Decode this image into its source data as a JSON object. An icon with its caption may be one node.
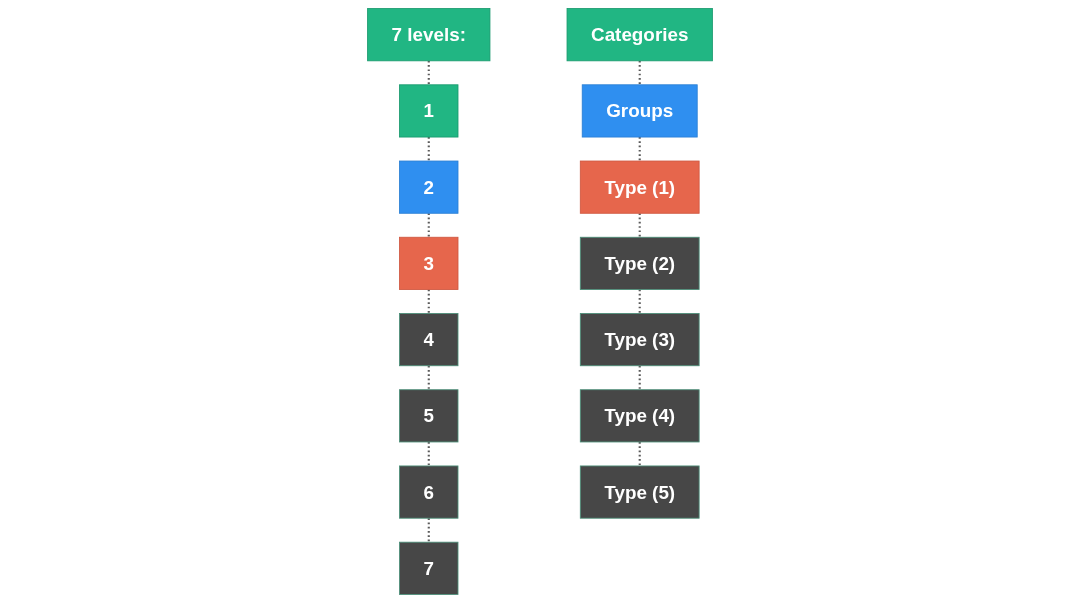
{
  "diagram": {
    "nodes": [
      {
        "text": [
          "7 levels:"
        ]
      },
      {
        "text": [
          "1"
        ]
      },
      {
        "text": [
          "2"
        ]
      },
      {
        "text": [
          "3"
        ]
      },
      {
        "text": [
          "4"
        ]
      },
      {
        "text": [
          "5"
        ]
      },
      {
        "text": [
          "6"
        ]
      },
      {
        "text": [
          "7"
        ]
      },
      {
        "text": [
          "Categories"
        ]
      },
      {
        "text": [
          "Groups"
        ]
      },
      {
        "text": [
          "Type (1)"
        ]
      },
      {
        "text": [
          "Type (2)"
        ]
      },
      {
        "text": [
          "Type (3)"
        ]
      },
      {
        "text": [
          "Type (4)"
        ]
      },
      {
        "text": [
          "Type (5)"
        ]
      }
    ],
    "edges": [
      {
        "from": 0,
        "to": 1,
        "arrow": "none",
        "style": "dashed"
      },
      {
        "from": 1,
        "to": 2,
        "arrow": "none",
        "style": "dashed"
      },
      {
        "from": 2,
        "to": 3,
        "arrow": "none",
        "style": "dashed"
      },
      {
        "from": 3,
        "to": 4,
        "arrow": "none",
        "style": "dashed"
      },
      {
        "from": 4,
        "to": 5,
        "arrow": "none",
        "style": "dashed"
      },
      {
        "from": 5,
        "to": 6,
        "arrow": "none",
        "style": "dashed"
      },
      {
        "from": 6,
        "to": 7,
        "arrow": "none",
        "style": "dashed"
      },
      {
        "from": 8,
        "to": 9,
        "arrow": "none",
        "style": "dashed"
      },
      {
        "from": 9,
        "to": 10,
        "arrow": "none",
        "style": "dashed"
      },
      {
        "from": 10,
        "to": 11,
        "arrow": "none",
        "style": "dashed"
      },
      {
        "from": 11,
        "to": 12,
        "arrow": "none",
        "style": "dashed"
      },
      {
        "from": 12,
        "to": 13,
        "arrow": "none",
        "style": "dashed"
      },
      {
        "from": 13,
        "to": 14,
        "arrow": "none",
        "style": "dashed"
      }
    ]
  }
}
